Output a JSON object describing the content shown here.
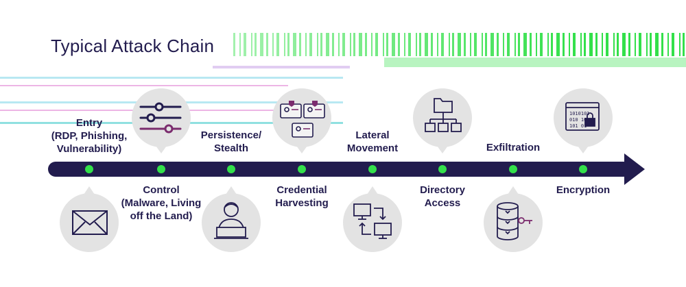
{
  "title": "Typical Attack Chain",
  "colors": {
    "navy": "#221c4e",
    "green": "#33e04a",
    "bubble": "#e3e3e3",
    "purple": "#7b2c6e"
  },
  "stages": [
    {
      "id": "entry",
      "lines": [
        "Entry",
        "(RDP, Phishing,",
        "Vulnerability)"
      ],
      "icon": "envelope-icon",
      "text_side": "top"
    },
    {
      "id": "control",
      "lines": [
        "Control",
        "(Malware, Living",
        "off the Land)"
      ],
      "icon": "sliders-icon",
      "text_side": "bottom"
    },
    {
      "id": "persistence",
      "lines": [
        "Persistence/",
        "Stealth"
      ],
      "icon": "user-laptop-icon",
      "text_side": "top"
    },
    {
      "id": "credential",
      "lines": [
        "Credential",
        "Harvesting"
      ],
      "icon": "id-cards-icon",
      "text_side": "bottom"
    },
    {
      "id": "lateral",
      "lines": [
        "Lateral",
        "Movement"
      ],
      "icon": "computers-exchange-icon",
      "text_side": "top"
    },
    {
      "id": "directory",
      "lines": [
        "Directory",
        "Access"
      ],
      "icon": "folder-tree-icon",
      "text_side": "bottom"
    },
    {
      "id": "exfiltration",
      "lines": [
        "Exfiltration"
      ],
      "icon": "database-key-icon",
      "text_side": "top"
    },
    {
      "id": "encryption",
      "lines": [
        "Encryption"
      ],
      "icon": "encrypted-file-icon",
      "text_side": "bottom"
    }
  ]
}
